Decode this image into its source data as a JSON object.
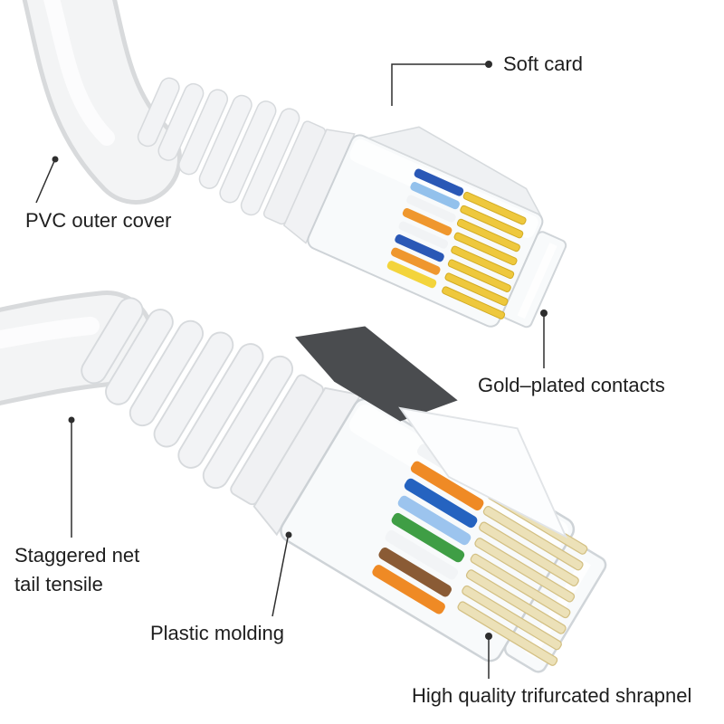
{
  "figure": {
    "type": "annotated-product-diagram",
    "subject": "RJ45 ethernet cable connectors"
  },
  "labels": {
    "soft_card": "Soft card",
    "pvc_outer_cover": "PVC outer cover",
    "gold_plated_contacts": "Gold–plated contacts",
    "staggered_line1": "Staggered net",
    "staggered_line2": "tail tensile",
    "plastic_molding": "Plastic molding",
    "trifurcated_shrapnel": "High quality trifurcated shrapnel"
  },
  "colors": {
    "background": "#ffffff",
    "label_text": "#1e1e1e",
    "leader_line": "#2e2e2e",
    "cable_fill": "#f3f4f5",
    "cable_edge": "#d8dadc",
    "connector_fill": "#f8fafb",
    "connector_edge": "#ccd1d5",
    "boot_fill": "#f2f3f5",
    "boot_edge": "#d7dadd",
    "gold_contact": "#eec83d",
    "contact_comb": "#ece1b8",
    "latch_dark": "#4a4c4f",
    "wire_colors_upper": [
      "#2a58b6",
      "#93c1ec",
      "#f1f3f5",
      "#ef972e",
      "#f1f3f5",
      "#2a58b6",
      "#ef972e",
      "#f3d43c"
    ],
    "wire_colors_lower": [
      "#f2f4f6",
      "#ef8a25",
      "#2563c0",
      "#9cc4ee",
      "#3f9e45",
      "#f2f4f6",
      "#8a5b35",
      "#ef8a25"
    ]
  }
}
